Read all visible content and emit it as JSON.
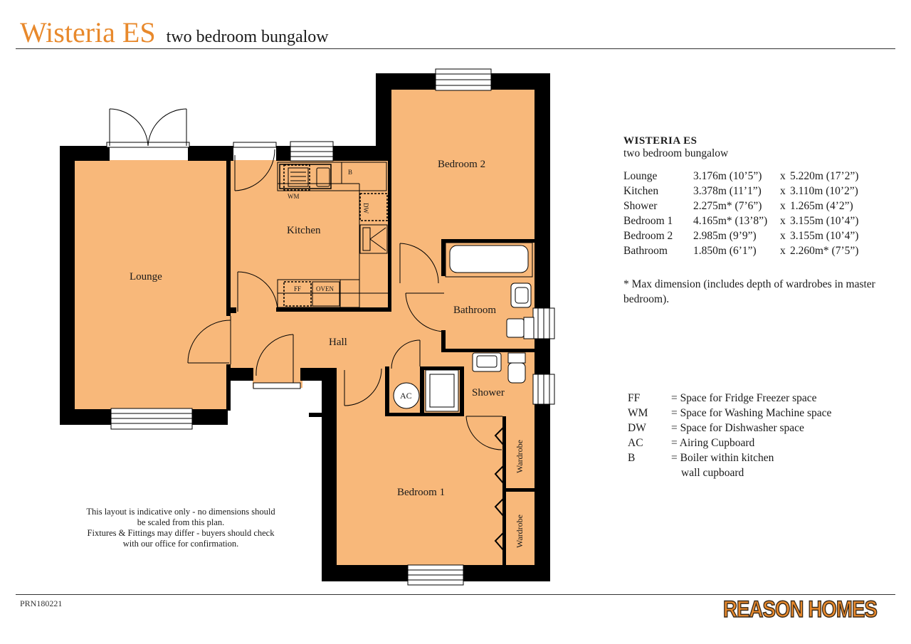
{
  "header": {
    "title": "Wisteria ES",
    "subtitle": "two bedroom bungalow"
  },
  "colors": {
    "accent": "#e8892c",
    "room_fill": "#f8b87a",
    "wall": "#000000"
  },
  "plan": {
    "rooms": {
      "lounge": "Lounge",
      "kitchen": "Kitchen",
      "bedroom2": "Bedroom 2",
      "bathroom": "Bathroom",
      "hall": "Hall",
      "shower": "Shower",
      "bedroom1": "Bedroom 1",
      "ac": "AC",
      "wardrobe_a": "Wardrobe",
      "wardrobe_b": "Wardrobe"
    },
    "fixtures": {
      "wm": "WM",
      "b": "B",
      "dw": "DW",
      "ff": "FF",
      "oven": "OVEN"
    }
  },
  "info": {
    "title": "WISTERIA ES",
    "subtitle": "two bedroom bungalow",
    "dimensions": [
      {
        "room": "Lounge",
        "width": "3.176m (10’5”)",
        "sep": "x",
        "length": "5.220m (17’2”)"
      },
      {
        "room": "Kitchen",
        "width": "3.378m (11’1”)",
        "sep": "x",
        "length": "3.110m (10’2”)"
      },
      {
        "room": "Shower",
        "width": "2.275m* (7’6”)",
        "sep": "x",
        "length": "1.265m (4’2”)"
      },
      {
        "room": "Bedroom 1",
        "width": "4.165m* (13’8”)",
        "sep": "x",
        "length": "3.155m (10’4”)"
      },
      {
        "room": "Bedroom 2",
        "width": "2.985m (9’9”)",
        "sep": "x",
        "length": "3.155m (10’4”)"
      },
      {
        "room": "Bathroom",
        "width": "1.850m (6’1”)",
        "sep": "x",
        "length": "2.260m* (7’5”)"
      }
    ],
    "note": "* Max dimension (includes depth of wardrobes in master bedroom)."
  },
  "legend": [
    {
      "abbr": "FF",
      "text": "= Space for Fridge Freezer space"
    },
    {
      "abbr": "WM",
      "text": "= Space for Washing Machine space"
    },
    {
      "abbr": "DW",
      "text": "= Space for Dishwasher space"
    },
    {
      "abbr": "AC",
      "text": "= Airing Cupboard"
    },
    {
      "abbr": "B",
      "text": "= Boiler within kitchen"
    },
    {
      "abbr": "",
      "text": "wall cupboard"
    }
  ],
  "disclaimer": {
    "line1": "This layout is indicative only - no dimensions should",
    "line2": "be scaled from this plan.",
    "line3": "Fixtures & Fittings may differ - buyers should check",
    "line4": "with our office for confirmation."
  },
  "footer": {
    "ref": "PRN180221",
    "brand": "REASON HOMES"
  }
}
